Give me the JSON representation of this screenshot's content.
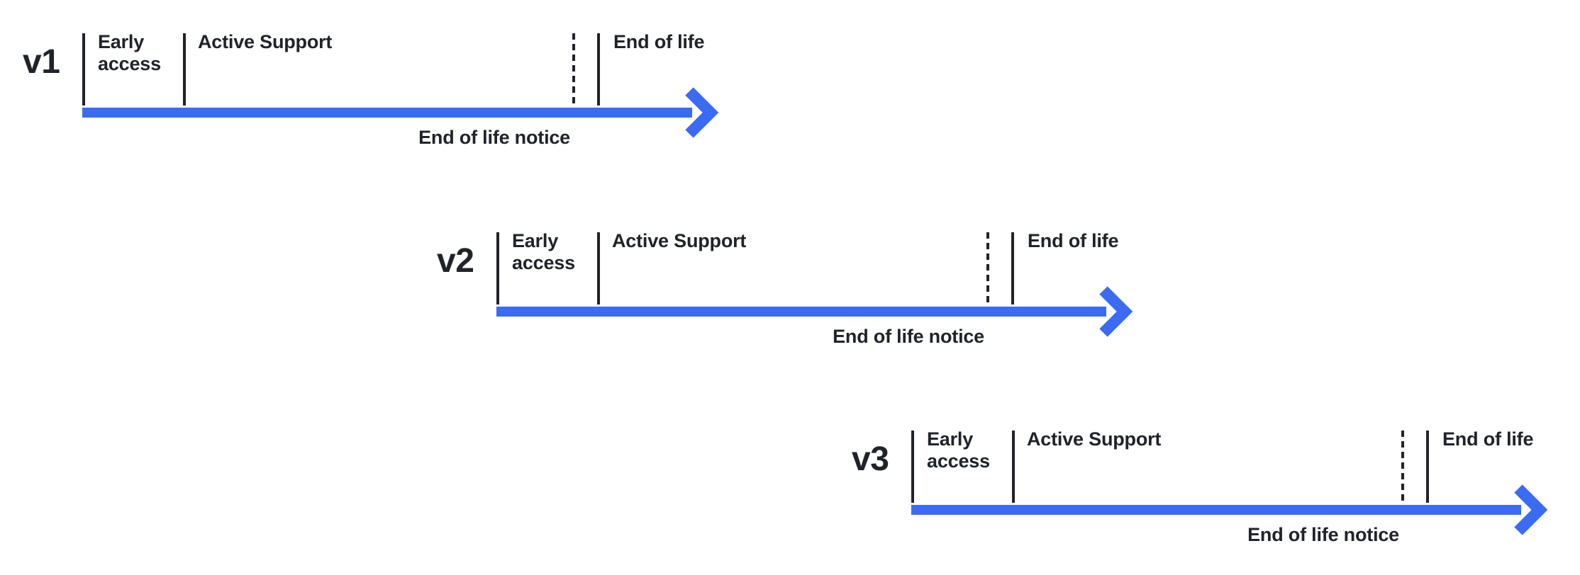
{
  "colors": {
    "bg": "#FFFFFF",
    "ink": "#20232A",
    "arrow": "#3B6BF2"
  },
  "rows": [
    {
      "version": "v1",
      "labels": {
        "early_access": "Early\naccess",
        "active_support": "Active Support",
        "end_of_life": "End of life",
        "end_of_life_notice": "End of life notice"
      }
    },
    {
      "version": "v2",
      "labels": {
        "early_access": "Early\naccess",
        "active_support": "Active Support",
        "end_of_life": "End of life",
        "end_of_life_notice": "End of life notice"
      }
    },
    {
      "version": "v3",
      "labels": {
        "early_access": "Early\naccess",
        "active_support": "Active Support",
        "end_of_life": "End of life",
        "end_of_life_notice": "End of life notice"
      }
    }
  ]
}
